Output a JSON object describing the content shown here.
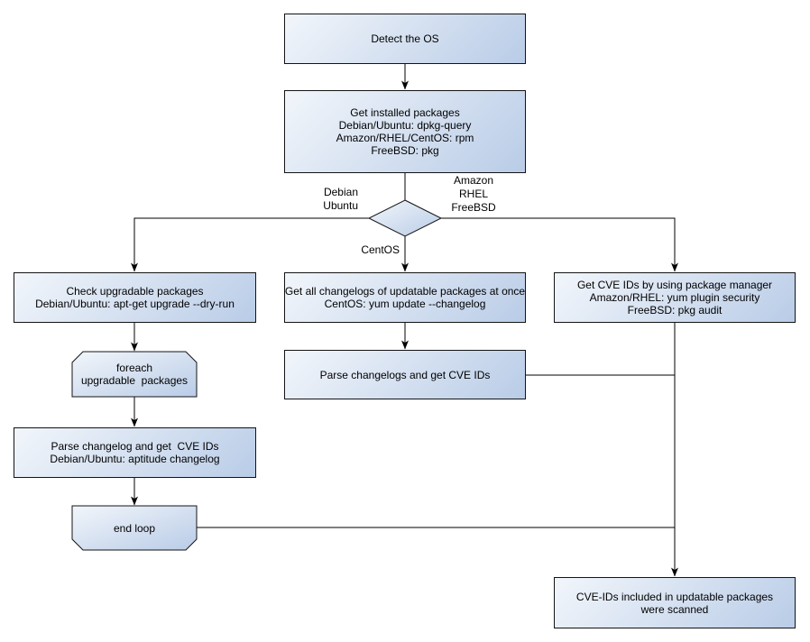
{
  "nodes": {
    "detect_os": {
      "lines": [
        "Detect the OS"
      ]
    },
    "get_installed_packages": {
      "lines": [
        "Get installed packages",
        "Debian/Ubuntu: dpkg-query",
        "Amazon/RHEL/CentOS: rpm",
        "FreeBSD: pkg"
      ]
    },
    "check_upgradable": {
      "lines": [
        "Check upgradable packages",
        "Debian/Ubuntu: apt-get upgrade --dry-run"
      ]
    },
    "foreach_loop_start": {
      "lines": [
        "foreach",
        "upgradable  packages"
      ]
    },
    "parse_changelog_debian": {
      "lines": [
        "Parse changelog and get  CVE IDs",
        "Debian/Ubuntu: aptitude changelog"
      ]
    },
    "end_loop": {
      "lines": [
        "end loop"
      ]
    },
    "get_all_changelogs": {
      "lines": [
        "Get all changelogs of updatable packages at once",
        "CentOS: yum update --changelog"
      ]
    },
    "parse_changelogs_centos": {
      "lines": [
        "Parse changelogs and get CVE IDs"
      ]
    },
    "get_cve_ids_pkg_manager": {
      "lines": [
        "Get CVE IDs by using package manager",
        "Amazon/RHEL: yum plugin security",
        "FreeBSD: pkg audit"
      ]
    },
    "result_scanned": {
      "lines": [
        "CVE-IDs included in updatable packages",
        "were scanned"
      ]
    }
  },
  "edge_labels": {
    "left_branch": {
      "lines": [
        "Debian",
        "Ubuntu"
      ]
    },
    "right_branch": {
      "lines": [
        "Amazon",
        "RHEL",
        "FreeBSD"
      ]
    },
    "down_branch": {
      "lines": [
        "CentOS"
      ]
    }
  },
  "colors": {
    "shape_fill_start": "#f2f6fb",
    "shape_fill_end": "#b9cce7",
    "shape_border": "#141414",
    "connector": "#000000",
    "canvas_background": "#ffffff",
    "text": "#000000"
  }
}
